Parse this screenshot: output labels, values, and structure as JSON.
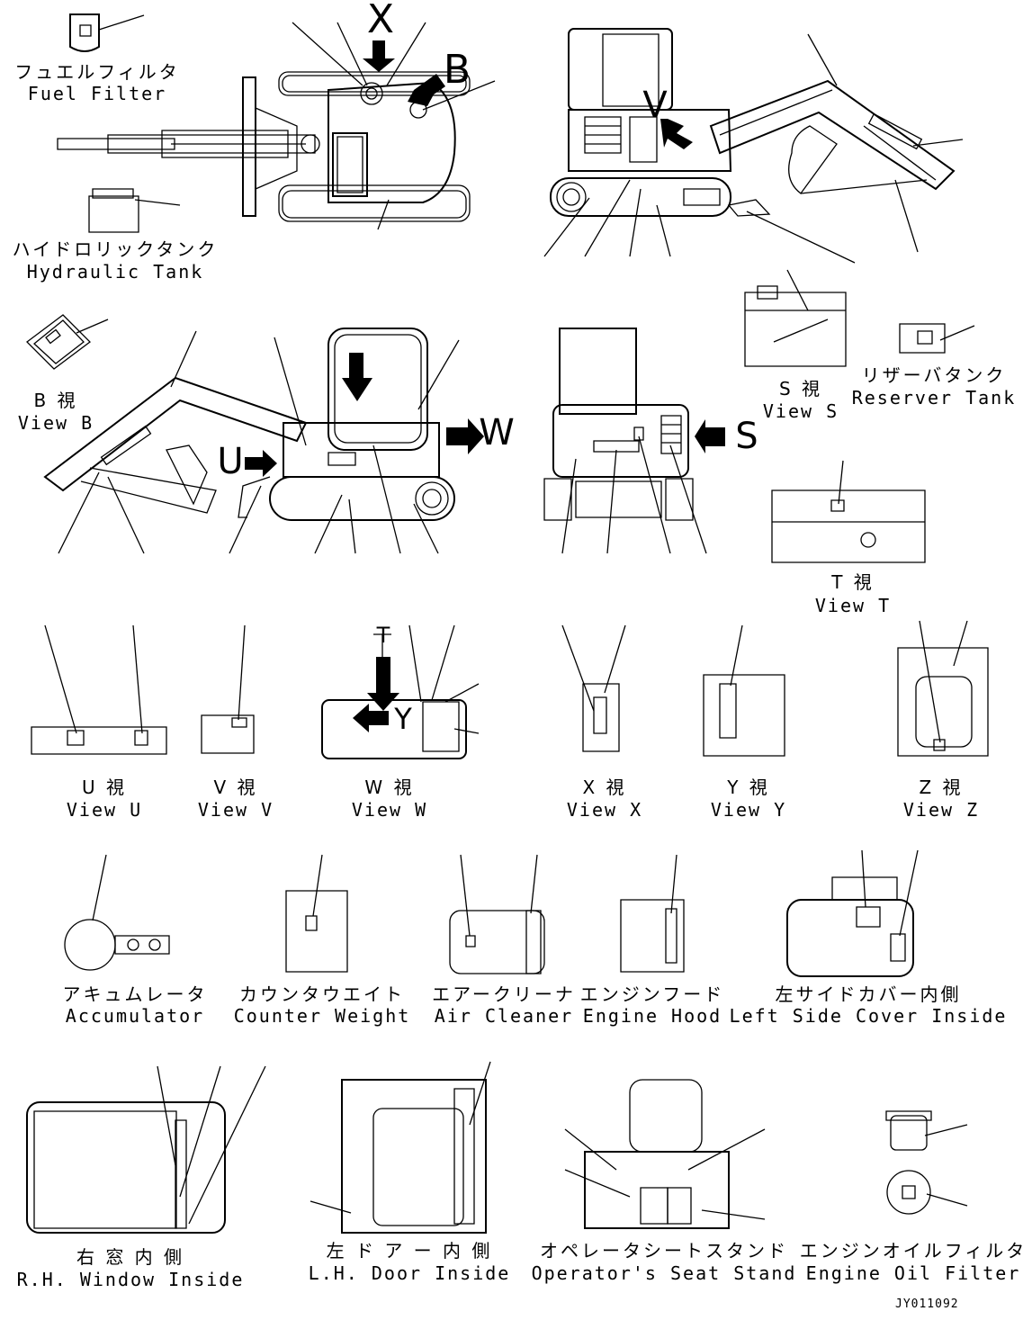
{
  "diagram": {
    "document_code": "JY011092",
    "view_letters": [
      "X",
      "B",
      "V",
      "U",
      "W",
      "S",
      "T",
      "Y"
    ],
    "captions": {
      "fuel_filter": {
        "jp": "フュエルフィルタ",
        "en": "Fuel Filter"
      },
      "hydraulic_tank": {
        "jp": "ハイドロリックタンク",
        "en": "Hydraulic Tank"
      },
      "view_b": {
        "jp": "B 視",
        "en": "View B"
      },
      "view_s": {
        "jp": "S 視",
        "en": "View S"
      },
      "reserver_tank": {
        "jp": "リザーバタンク",
        "en": "Reserver Tank"
      },
      "view_t": {
        "jp": "T 視",
        "en": "View T"
      },
      "view_u": {
        "jp": "U 視",
        "en": "View U"
      },
      "view_v": {
        "jp": "V 視",
        "en": "View V"
      },
      "view_w": {
        "jp": "W 視",
        "en": "View W"
      },
      "view_x": {
        "jp": "X 視",
        "en": "View X"
      },
      "view_y": {
        "jp": "Y 視",
        "en": "View Y"
      },
      "view_z": {
        "jp": "Z 視",
        "en": "View Z"
      },
      "accumulator": {
        "jp": "アキュムレータ",
        "en": "Accumulator"
      },
      "counter_weight": {
        "jp": "カウンタウエイト",
        "en": "Counter Weight"
      },
      "air_cleaner": {
        "jp": "エアークリーナ",
        "en": "Air Cleaner"
      },
      "engine_hood": {
        "jp": "エンジンフード",
        "en": "Engine Hood"
      },
      "left_side_cover": {
        "jp": "左サイドカバー内側",
        "en": "Left Side Cover Inside"
      },
      "rh_window": {
        "jp": "右 窓 内 側",
        "en": "R.H. Window Inside"
      },
      "lh_door": {
        "jp": "左 ド ア ー 内 側",
        "en": "L.H. Door Inside"
      },
      "seat_stand": {
        "jp": "オペレータシートスタンド",
        "en": "Operator's Seat Stand"
      },
      "engine_oil_filter": {
        "jp": "エンジンオイルフィルタ",
        "en": "Engine Oil Filter"
      }
    }
  }
}
